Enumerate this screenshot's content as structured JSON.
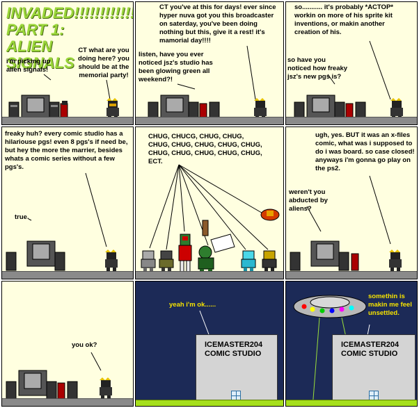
{
  "title": "INVADED!!!!!!!!!!!!!! PART 1: ALIEN SIGNALS",
  "colors": {
    "panel_bg": "#ffffe0",
    "night_sky": "#1c2a57",
    "title_green": "#9ad63a",
    "grass": "#a6e01c",
    "yellow_text": "#f5e200"
  },
  "panels": {
    "p1": {
      "line_a": "i'm picking up alien signals!",
      "line_b": "CT what are you doing here? you should be at the memorial party!"
    },
    "p2": {
      "line_a": "CT you've at this for days! ever since hyper nuva got you this broadcaster on saterday, you've been doing nothing but this, give it a rest! it's mamorial day!!!!",
      "line_b": "listen, have you ever noticed jsz's studio has been glowing green all weekend?!"
    },
    "p3": {
      "line_a": "so........... it's probably *ACTOP* workin on more of his sprite kit inventions, or makin another creation of his.",
      "line_b": "so have you noticed how freaky jsz's new pgs is?"
    },
    "p4": {
      "line_a": "freaky huh? every comic studio has a hilariouse pgs! even 8 pgs's if need be, but hey the more the marrier, besides whats a comic series without a few pgs's.",
      "line_b": "true."
    },
    "p5": {
      "line_a": "CHUG, CHUCG, CHUG, CHUG, CHUG, CHUG, CHUG, CHUG, CHUG, CHUG, CHUG, CHUG, CHUG, CHUG, ECT."
    },
    "p6": {
      "line_a": "ugh, yes. BUT it was an x-files comic, what was i supposed to do i was board. so case closed! anyways i'm gonna go play on the ps2.",
      "line_b": "weren't you abducted by aliens?"
    },
    "p7": {
      "line_a": "you ok?"
    },
    "p8": {
      "line_a": "yeah i'm ok......",
      "sign": "ICEMASTER204 COMIC STUDIO"
    },
    "p9": {
      "line_a": "somethin is makin me feel unsettled.",
      "sign": "ICEMASTER204 COMIC STUDIO"
    }
  }
}
